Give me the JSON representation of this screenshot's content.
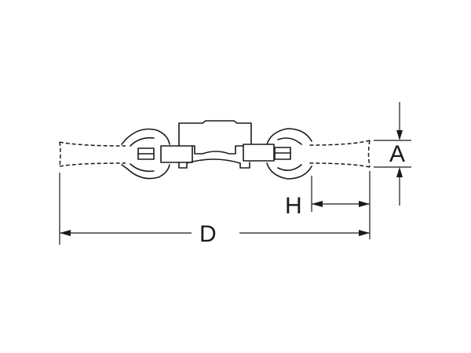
{
  "dimensions": {
    "overall_length_label": "D",
    "hook_depth_label": "H",
    "height_label": "A"
  },
  "colors": {
    "line": "#1a1a1a",
    "background": "#ffffff"
  }
}
